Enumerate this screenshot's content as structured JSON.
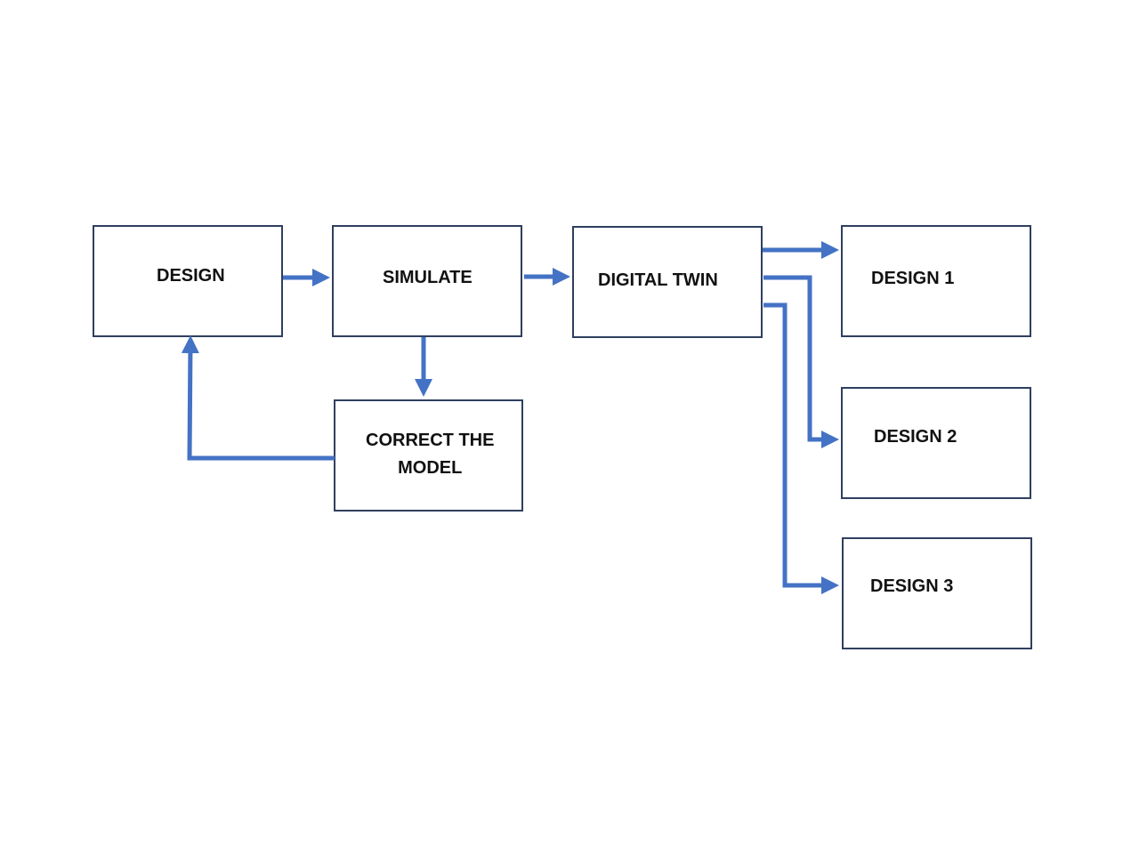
{
  "diagram": {
    "nodes": {
      "design": {
        "label": "DESIGN"
      },
      "simulate": {
        "label": "SIMULATE"
      },
      "digital_twin": {
        "label": "DIGITAL TWIN"
      },
      "correct_model": {
        "label": "CORRECT THE\nMODEL"
      },
      "design_1": {
        "label": "DESIGN 1"
      },
      "design_2": {
        "label": "DESIGN 2"
      },
      "design_3": {
        "label": "DESIGN 3"
      }
    },
    "edges": [
      {
        "from": "design",
        "to": "simulate"
      },
      {
        "from": "simulate",
        "to": "digital_twin"
      },
      {
        "from": "simulate",
        "to": "correct_model"
      },
      {
        "from": "correct_model",
        "to": "design"
      },
      {
        "from": "digital_twin",
        "to": "design_1"
      },
      {
        "from": "digital_twin",
        "to": "design_2"
      },
      {
        "from": "digital_twin",
        "to": "design_3"
      }
    ],
    "colors": {
      "arrow": "#4472c4",
      "box_border": "#2f3f5f",
      "text": "#111111"
    }
  }
}
